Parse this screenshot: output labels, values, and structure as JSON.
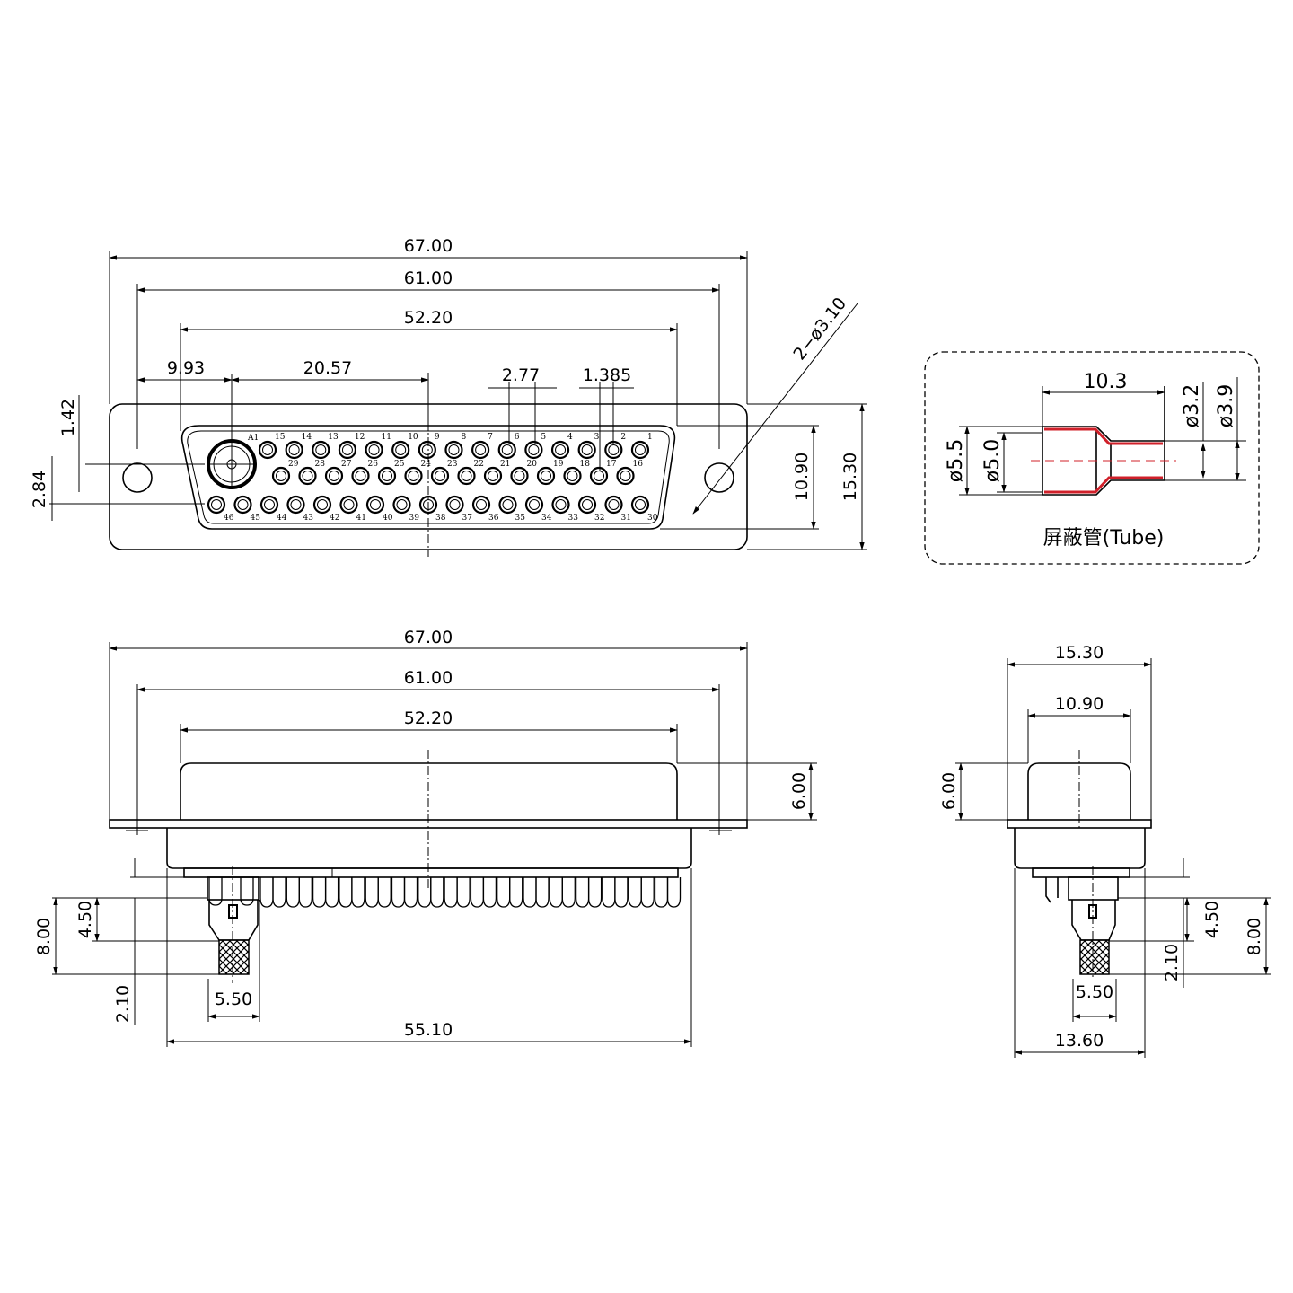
{
  "front_view": {
    "dims": {
      "overall_width": "67.00",
      "mounting_hole_pitch": "61.00",
      "shell_width": "52.20",
      "coax_offset": "9.93",
      "coax_to_center": "20.57",
      "pin_pitch": "2.77",
      "row_offset": "1.385",
      "row_offset_small": "1.42",
      "row_pitch": "2.84",
      "shell_height": "10.90",
      "flange_height": "15.30",
      "mounting_hole": "2−ø3.10"
    },
    "coax_label": "A1",
    "row1_pins": [
      "15",
      "14",
      "13",
      "12",
      "11",
      "10",
      "9",
      "8",
      "7",
      "6",
      "5",
      "4",
      "3",
      "2",
      "1"
    ],
    "row2_pins": [
      "29",
      "28",
      "27",
      "26",
      "25",
      "24",
      "23",
      "22",
      "21",
      "20",
      "19",
      "18",
      "17",
      "16"
    ],
    "row3_pins": [
      "46",
      "45",
      "44",
      "43",
      "42",
      "41",
      "40",
      "39",
      "38",
      "37",
      "36",
      "35",
      "34",
      "33",
      "32",
      "31",
      "30"
    ]
  },
  "bottom_view": {
    "dims": {
      "overall_width": "67.00",
      "mounting_hole_pitch": "61.00",
      "shell_width": "52.20",
      "shell_depth": "6.00",
      "coax_length": "8.00",
      "coax_body": "4.50",
      "pin_offset": "2.10",
      "coax_width": "5.50",
      "body_width": "55.10"
    }
  },
  "side_view": {
    "dims": {
      "flange_height": "15.30",
      "shell_height": "10.90",
      "shell_depth": "6.00",
      "coax_body": "4.50",
      "coax_length": "8.00",
      "pin_offset": "2.10",
      "coax_width": "5.50",
      "body_height": "13.60"
    }
  },
  "tube_detail": {
    "length": "10.3",
    "outer_large": "ø5.5",
    "inner_large": "ø5.0",
    "inner_small": "ø3.2",
    "outer_small": "ø3.9",
    "caption": "屏蔽管(Tube)",
    "accent_color": "#d0202a"
  }
}
